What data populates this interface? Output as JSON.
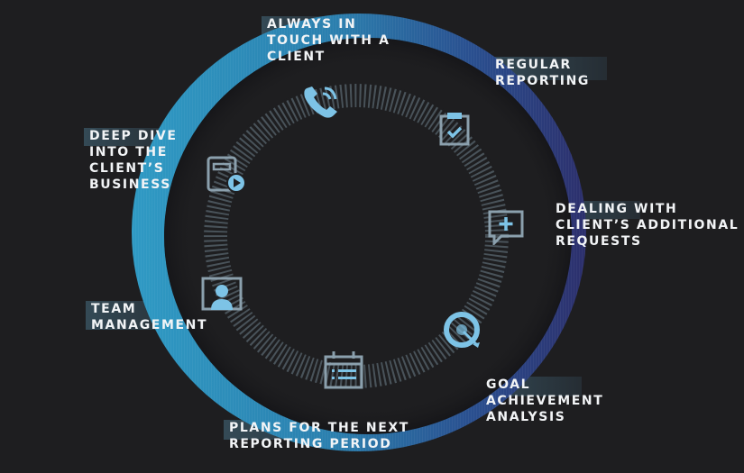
{
  "diagram": {
    "type": "cycle",
    "colors": {
      "background": "#1e1e20",
      "ring_left": "#2b8fb8",
      "ring_right": "#2a2f6e",
      "icon": "#7dc3e6",
      "text": "#f2f4f6"
    },
    "steps": [
      {
        "id": "always-in-touch",
        "lines": [
          "ALWAYS IN",
          "TOUCH WITH A",
          "CLIENT"
        ],
        "icon": "phone-icon"
      },
      {
        "id": "regular-reporting",
        "lines": [
          "REGULAR",
          "REPORTING"
        ],
        "icon": "clipboard-check-icon"
      },
      {
        "id": "dealing-requests",
        "lines": [
          "DEALING WITH",
          "CLIENT’S ADDITIONAL",
          "REQUESTS"
        ],
        "icon": "chat-plus-icon"
      },
      {
        "id": "goal-analysis",
        "lines": [
          "GOAL",
          "ACHIEVEMENT",
          "ANALYSIS"
        ],
        "icon": "target-icon"
      },
      {
        "id": "plans-next-period",
        "lines": [
          "PLANS FOR THE NEXT",
          "REPORTING PERIOD"
        ],
        "icon": "calendar-icon"
      },
      {
        "id": "team-management",
        "lines": [
          "TEAM",
          "MANAGEMENT"
        ],
        "icon": "presentation-user-icon"
      },
      {
        "id": "deep-dive",
        "lines": [
          "DEEP DIVE",
          "INTO THE",
          "CLIENT’S",
          "BUSINESS"
        ],
        "icon": "document-play-icon"
      }
    ]
  }
}
